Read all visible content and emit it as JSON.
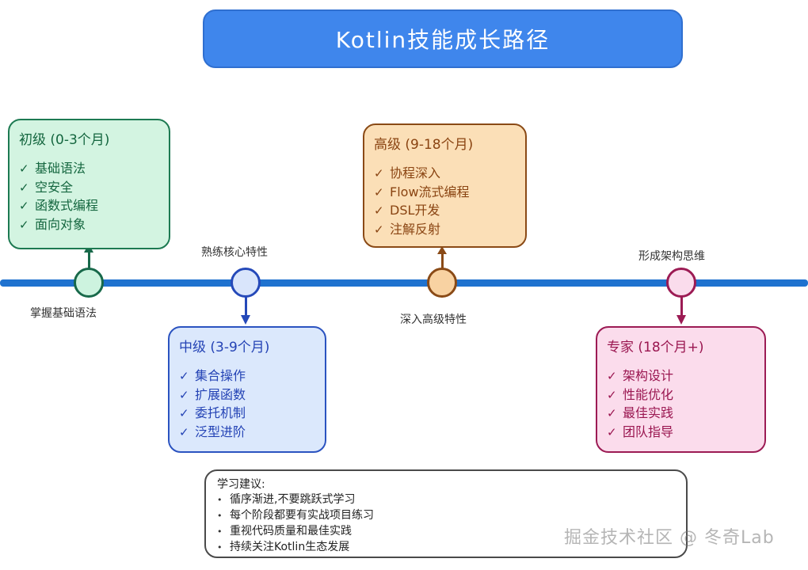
{
  "title": {
    "text": "Kotlin技能成长路径",
    "background": "#3f86ec",
    "text_color": "#ffffff"
  },
  "timeline": {
    "line_color": "#1f72cf",
    "milestones": [
      {
        "id": "beginner",
        "label": "掌握基础语法",
        "color": "#cdf3df",
        "border": "#18694a",
        "label_position": "below"
      },
      {
        "id": "intermediate",
        "label": "熟练核心特性",
        "color": "#d9e5fb",
        "border": "#2549b9",
        "label_position": "above"
      },
      {
        "id": "advanced",
        "label": "深入高级特性",
        "color": "#f8d2a2",
        "border": "#8a4a16",
        "label_position": "below"
      },
      {
        "id": "expert",
        "label": "形成架构思维",
        "color": "#fadcec",
        "border": "#9c1b54",
        "label_position": "above"
      }
    ]
  },
  "stages": [
    {
      "id": "beginner",
      "title": "初级 (0-3个月)",
      "fill": "#d3f4e1",
      "border": "#1d7a52",
      "text_color": "#14663f",
      "check": "✓",
      "items": [
        "基础语法",
        "空安全",
        "函数式编程",
        "面向对象"
      ]
    },
    {
      "id": "intermediate",
      "title": "中级 (3-9个月)",
      "fill": "#dbe8fc",
      "border": "#2b53c0",
      "text_color": "#2443b5",
      "check": "✓",
      "items": [
        "集合操作",
        "扩展函数",
        "委托机制",
        "泛型进阶"
      ]
    },
    {
      "id": "advanced",
      "title": "高级 (9-18个月)",
      "fill": "#fbdfb7",
      "border": "#8a4a16",
      "text_color": "#8a4412",
      "check": "✓",
      "items": [
        "协程深入",
        "Flow流式编程",
        "DSL开发",
        "注解反射"
      ]
    },
    {
      "id": "expert",
      "title": "专家 (18个月+)",
      "fill": "#fbdcec",
      "border": "#9c1b54",
      "text_color": "#9a1650",
      "check": "✓",
      "items": [
        "架构设计",
        "性能优化",
        "最佳实践",
        "团队指导"
      ]
    }
  ],
  "advice": {
    "title": "学习建议:",
    "bullet": "•",
    "items": [
      "循序渐进,不要跳跃式学习",
      "每个阶段都要有实战项目练习",
      "重视代码质量和最佳实践",
      "持续关注Kotlin生态发展"
    ]
  },
  "watermark": {
    "text": "掘金技术社区 @ 冬奇Lab"
  }
}
